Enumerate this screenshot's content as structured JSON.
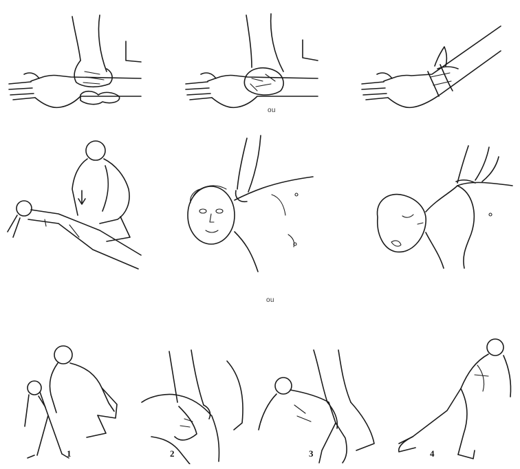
{
  "row1": {
    "separator": "ou",
    "panels": [
      {
        "icon": "hand-press-wound-icon"
      },
      {
        "icon": "hand-compress-pad-icon"
      },
      {
        "icon": "wrist-bandage-icon"
      }
    ]
  },
  "row2": {
    "separator": "ou",
    "panels": [
      {
        "icon": "femoral-compression-icon"
      },
      {
        "icon": "neck-compression-front-icon"
      },
      {
        "icon": "shoulder-compression-side-icon"
      }
    ]
  },
  "row3": {
    "steps": [
      {
        "number": "1",
        "icon": "recovery-position-step-1-icon"
      },
      {
        "number": "2",
        "icon": "recovery-position-step-2-icon"
      },
      {
        "number": "3",
        "icon": "recovery-position-step-3-icon"
      },
      {
        "number": "4",
        "icon": "recovery-position-step-4-icon"
      }
    ]
  },
  "colors": {
    "ink": "#1a1a1a",
    "background": "#ffffff"
  }
}
